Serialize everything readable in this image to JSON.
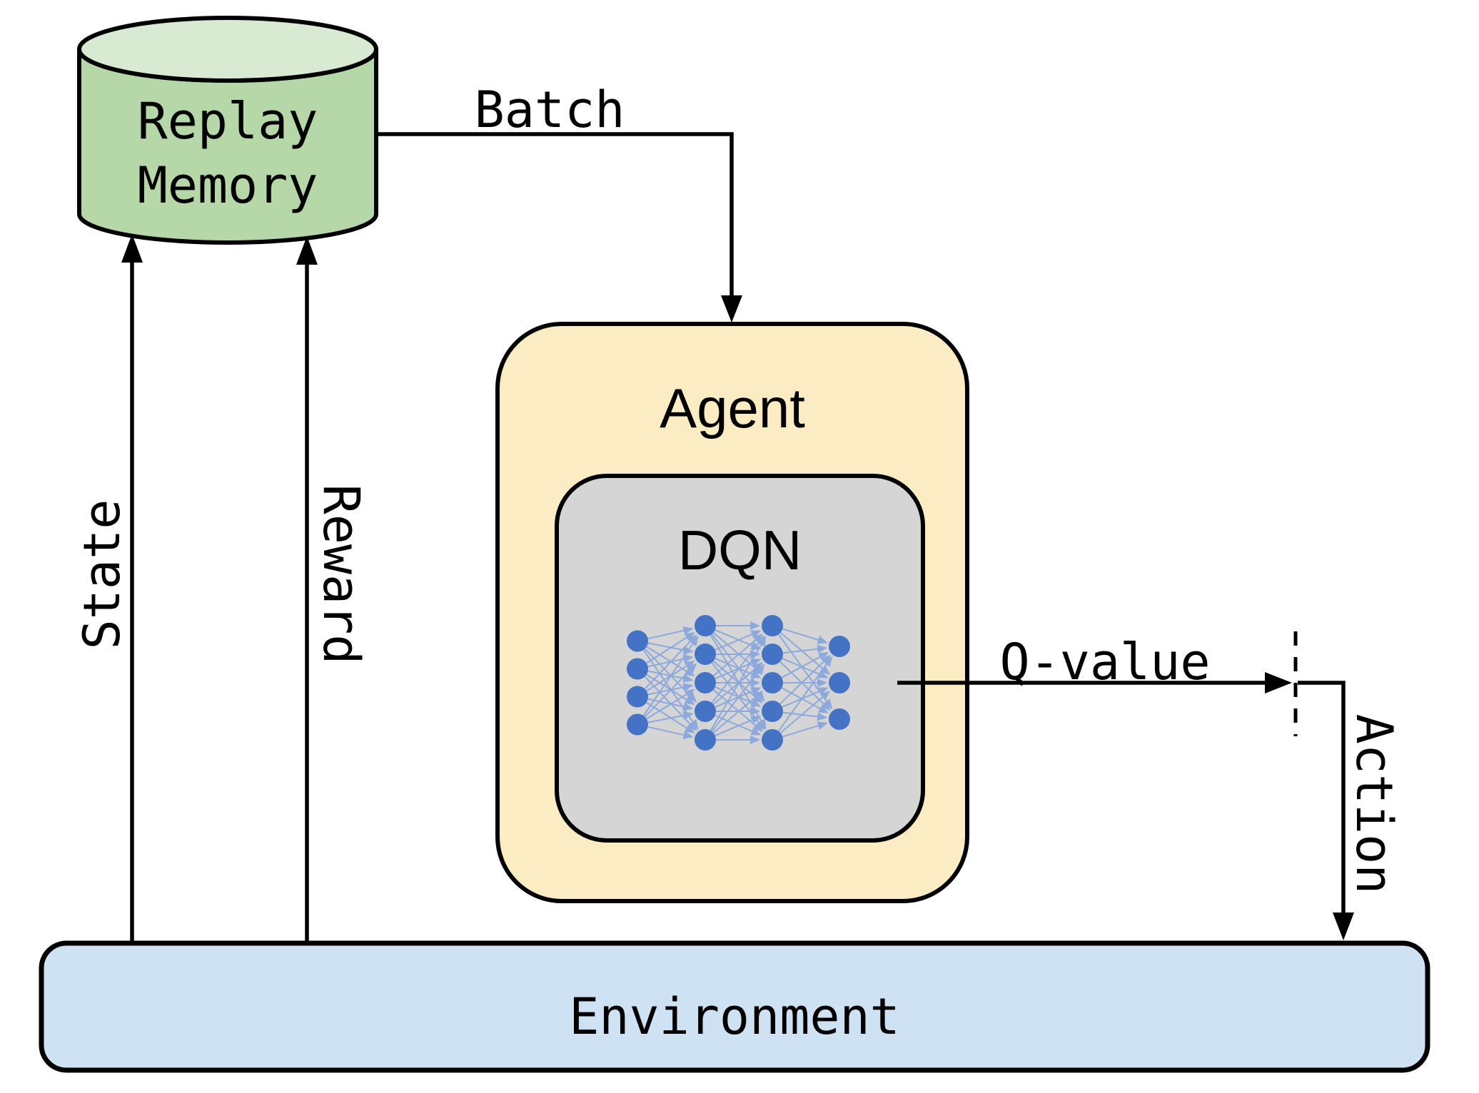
{
  "colors": {
    "background": "#ffffff",
    "outline": "#000000",
    "replay_memory_body": "#b6d7a8",
    "replay_memory_top": "#d9ead3",
    "agent_fill": "#fbecc3",
    "dqn_fill": "#d5d5d5",
    "environment_fill": "#cfe2f3",
    "nn_node": "#4472c4",
    "nn_link": "#8da9dc"
  },
  "nodes": {
    "replay_memory": {
      "label_line1": "Replay",
      "label_line2": "Memory"
    },
    "agent": {
      "label": "Agent"
    },
    "dqn": {
      "label": "DQN"
    },
    "environment": {
      "label": "Environment"
    }
  },
  "edges": {
    "batch": {
      "label": "Batch",
      "from": "Replay Memory",
      "to": "Agent"
    },
    "state": {
      "label": "State",
      "from": "Environment",
      "to": "Replay Memory"
    },
    "reward": {
      "label": "Reward",
      "from": "Environment",
      "to": "Replay Memory"
    },
    "q_value": {
      "label": "Q-value",
      "from": "DQN",
      "to": "Action"
    },
    "action": {
      "label": "Action",
      "from": "Q-value",
      "to": "Environment"
    }
  },
  "neural_network": {
    "layers": [
      4,
      5,
      5,
      3
    ]
  }
}
